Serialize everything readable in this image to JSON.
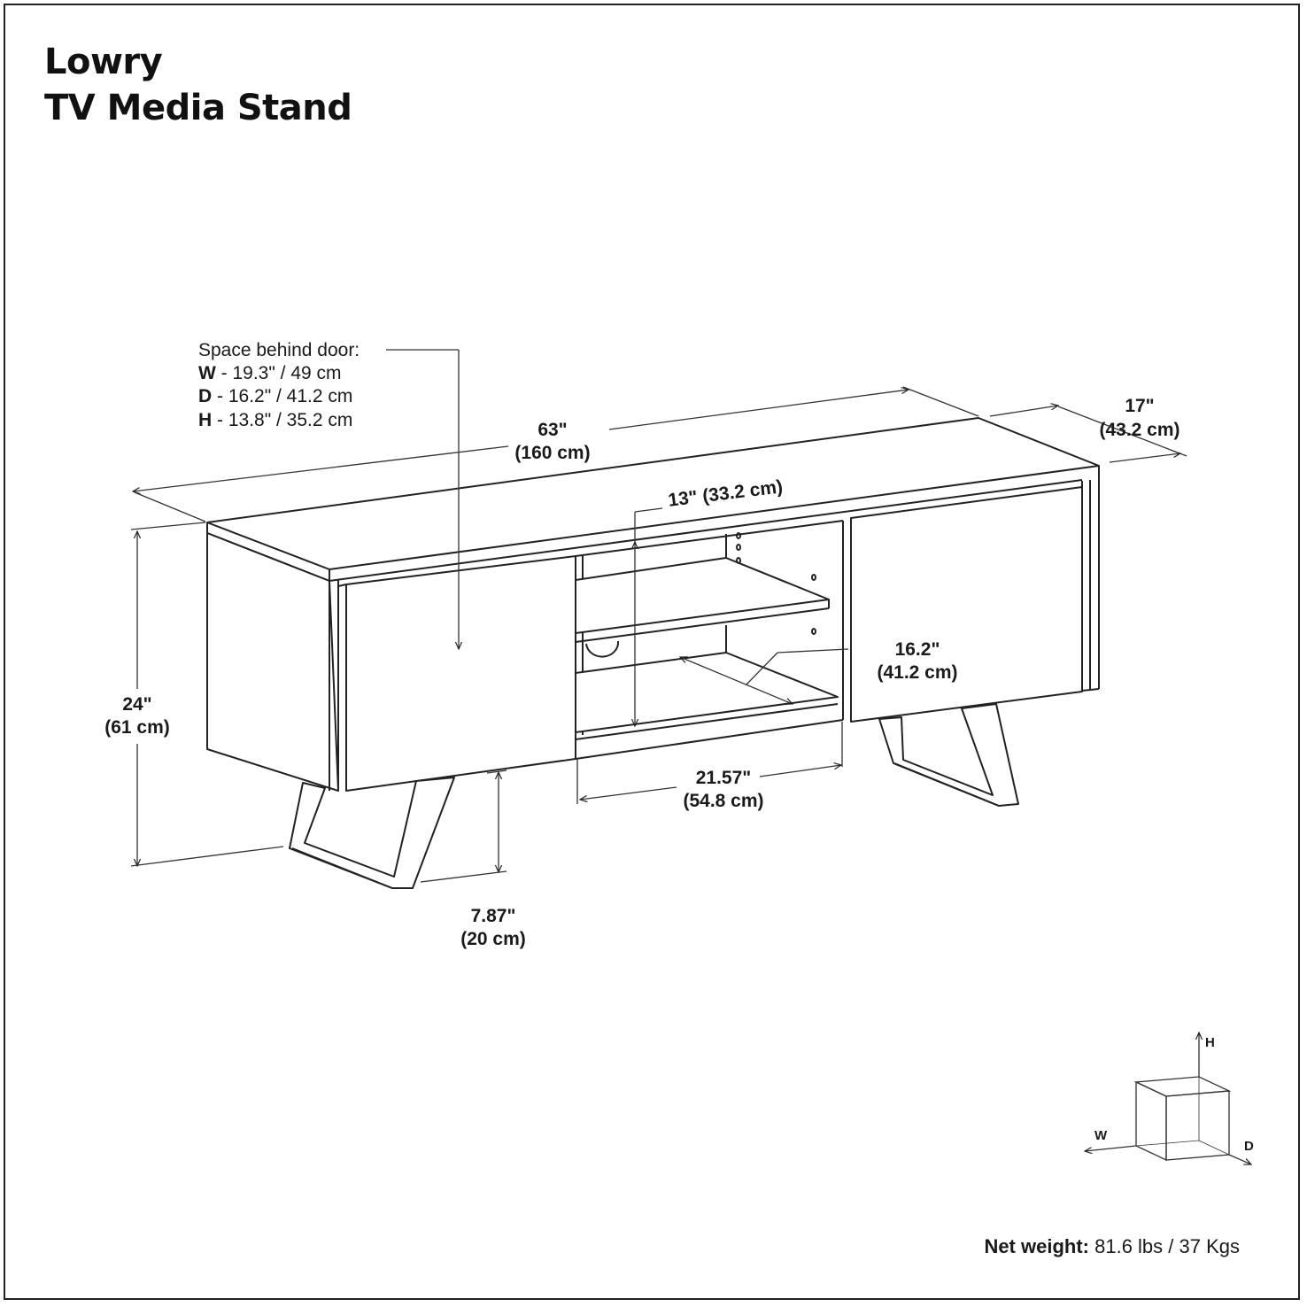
{
  "title": {
    "line1": "Lowry",
    "line2": "TV Media Stand"
  },
  "space_behind_door": {
    "heading": "Space behind door:",
    "rows": [
      {
        "key": "W",
        "value": " - 19.3\" / 49 cm"
      },
      {
        "key": "D",
        "value": " - 16.2\" / 41.2 cm"
      },
      {
        "key": "H",
        "value": " - 13.8\" / 35.2 cm"
      }
    ]
  },
  "dimensions": {
    "width": {
      "imperial": "63\"",
      "metric": "(160 cm)"
    },
    "depth": {
      "imperial": "17\"",
      "metric": "(43.2 cm)"
    },
    "height": {
      "imperial": "24\"",
      "metric": "(61 cm)"
    },
    "opening_height": {
      "label": "13\" (33.2 cm)"
    },
    "shelf_depth": {
      "imperial": "16.2\"",
      "metric": "(41.2 cm)"
    },
    "opening_width": {
      "imperial": "21.57\"",
      "metric": "(54.8 cm)"
    },
    "leg_height": {
      "imperial": "7.87\"",
      "metric": "(20 cm)"
    }
  },
  "axis_legend": {
    "h": "H",
    "w": "W",
    "d": "D"
  },
  "net_weight": {
    "label": "Net weight:",
    "value": " 81.6 lbs / 37 Kgs"
  }
}
